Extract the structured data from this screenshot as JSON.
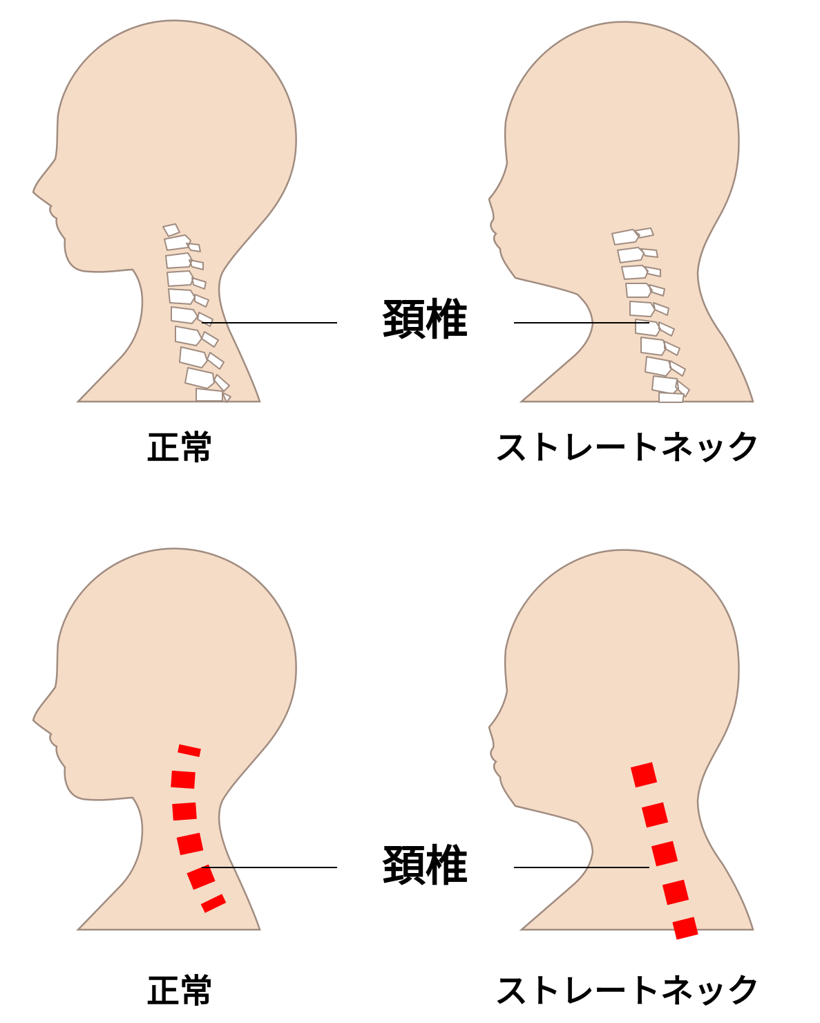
{
  "center_label": "頚椎",
  "captions": {
    "normal": "正常",
    "straight_neck": "ストレートネック"
  },
  "colors": {
    "skin": "#f5dcc7",
    "outline": "#a08c80",
    "bone": "#ffffff",
    "marker": "#ff0000"
  },
  "rows": [
    {
      "style": "skeleton-vertebrae"
    },
    {
      "style": "red-block-markers"
    }
  ]
}
